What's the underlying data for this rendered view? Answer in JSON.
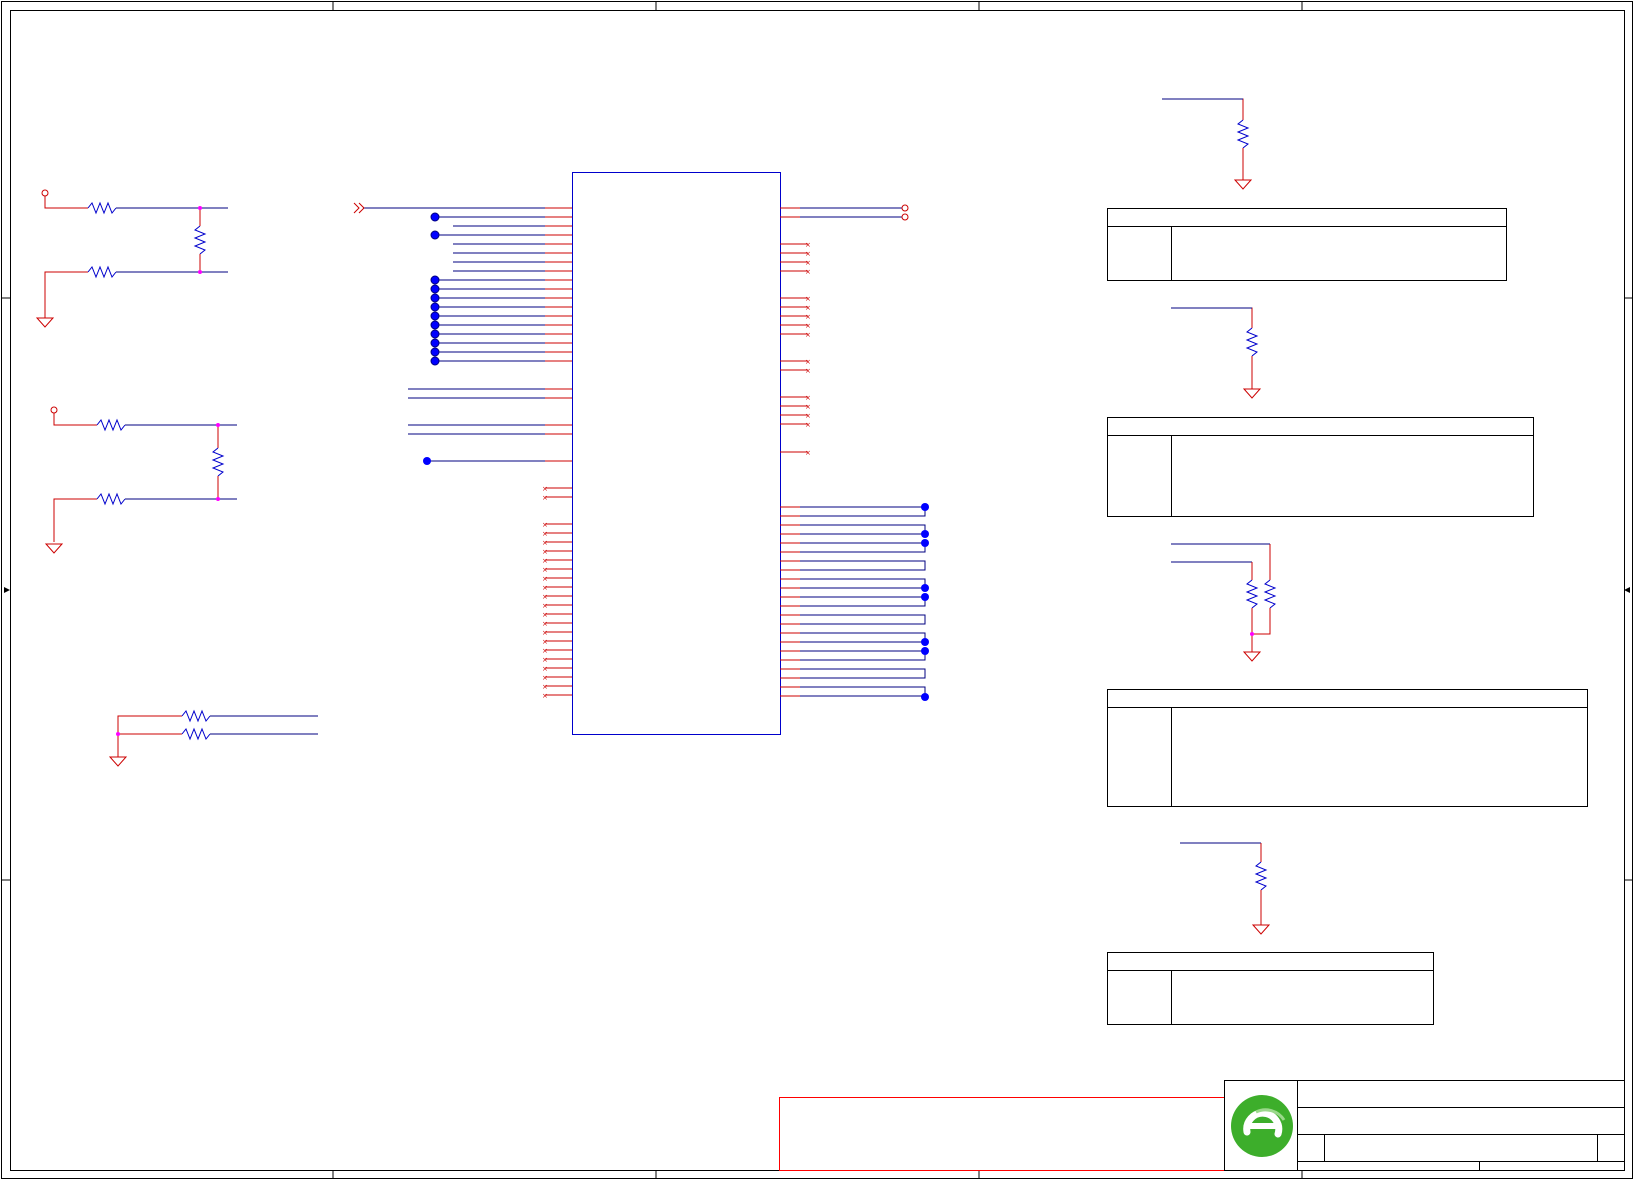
{
  "sheet": {
    "frame_color": "#000000",
    "wire_color": "#cc0000",
    "net_color": "#000080",
    "component_color": "#0000cc",
    "junction_color": "#0000ff",
    "pin_node_color": "#ff00ff",
    "logo": {
      "name": "green-swirl-logo",
      "color": "#3dae2b"
    }
  },
  "components": {
    "main_ic": {
      "name": "main-ic"
    },
    "config_tables": [
      {
        "name": "config-table-1"
      },
      {
        "name": "config-table-2"
      },
      {
        "name": "config-table-3"
      },
      {
        "name": "config-table-4"
      }
    ]
  },
  "title_block": {
    "name": "title-block"
  }
}
